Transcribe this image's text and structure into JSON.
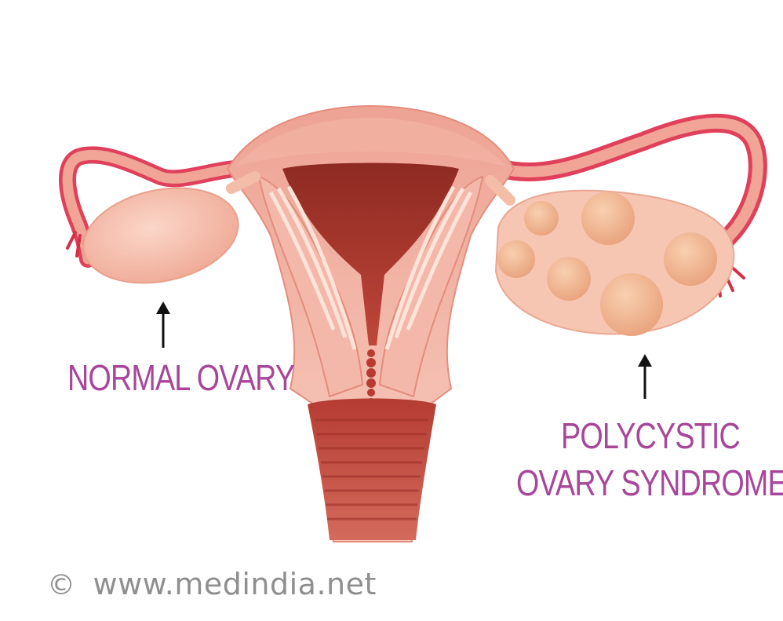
{
  "labels": {
    "normal": "NORMAL OVARY",
    "pcos_line1": "POLYCYSTIC",
    "pcos_line2": "OVARY SYNDROME"
  },
  "copyright": {
    "symbol": "©",
    "text": "www.medindia.net"
  },
  "colors": {
    "label": "#a8479a",
    "tissue_light": "#f6c3b2",
    "tissue_mid": "#ec9a88",
    "tissue_dark": "#a8322c",
    "tube_red": "#e0405a",
    "cyst": "#f2b791",
    "copyright": "#8f8f8f",
    "arrow": "#111111"
  }
}
